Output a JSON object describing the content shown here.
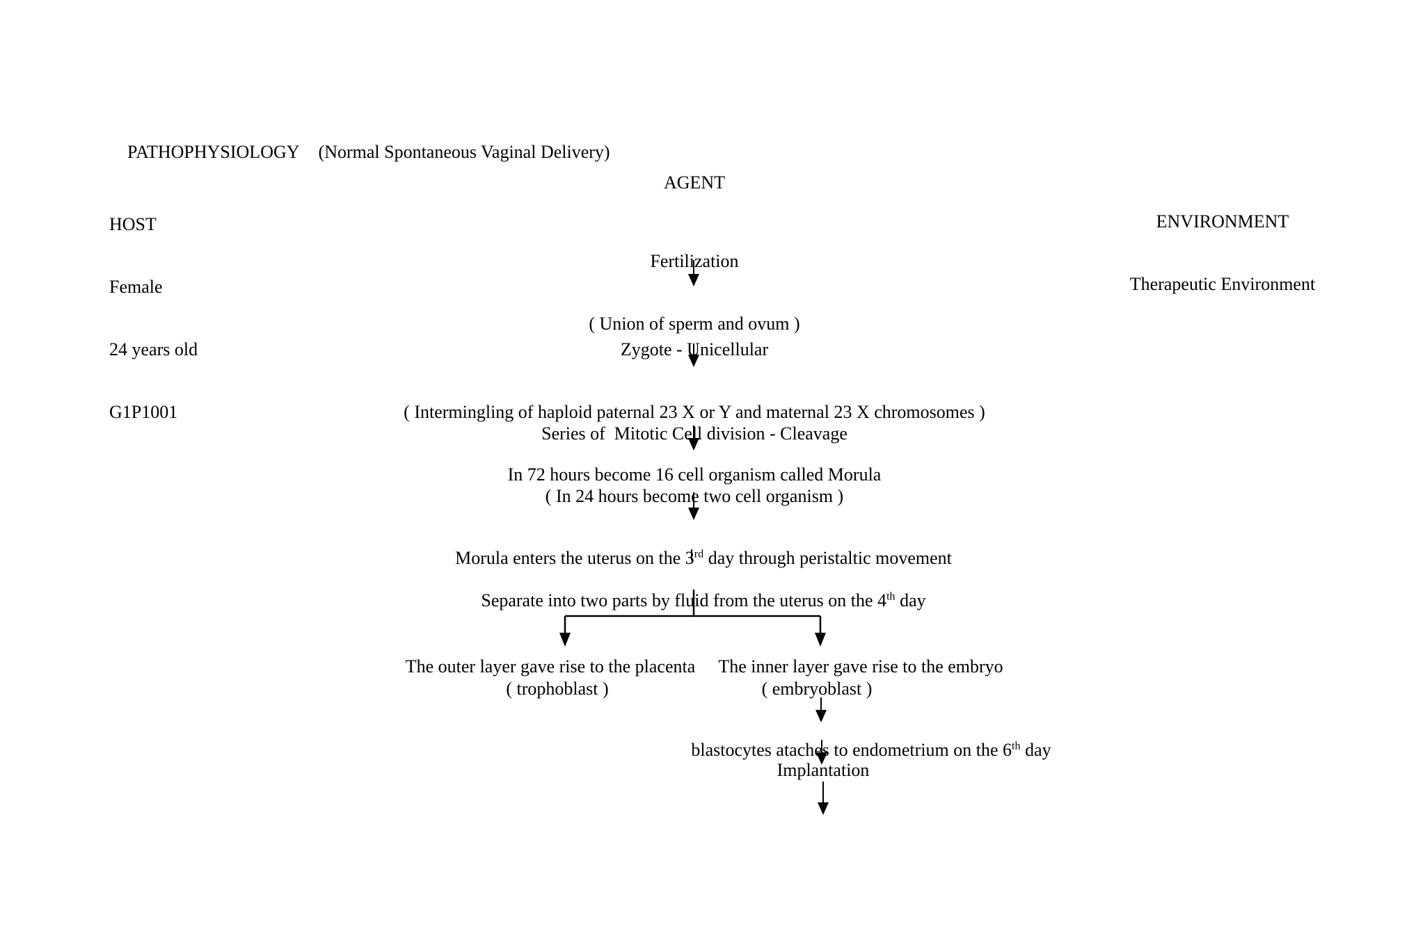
{
  "title": {
    "main": "PATHOPHYSIOLOGY",
    "sub": "(Normal Spontaneous Vaginal Delivery)"
  },
  "host": {
    "heading": "HOST",
    "lines": [
      "Female",
      "24 years old",
      "G1P1001"
    ]
  },
  "agent": {
    "heading": "AGENT"
  },
  "environment": {
    "heading": "ENVIRONMENT",
    "line": "Therapeutic Environment"
  },
  "flow": {
    "fertilization": {
      "line1": "Fertilization",
      "line2": "( Union of sperm and ovum )"
    },
    "zygote": {
      "line1": "Zygote - Unicellular",
      "line2": "( Intermingling of haploid paternal 23 X or Y and maternal 23 X chromosomes )"
    },
    "cleavage": {
      "line1": "Series of  Mitotic Cell division - Cleavage",
      "line2": "( In 24 hours become two cell organism )"
    },
    "morula": "In 72 hours become 16 cell organism called Morula",
    "morula_enters": {
      "pre": "Morula enters the uterus on the 3",
      "sup": "rd",
      "post": " day through peristaltic movement"
    },
    "separate": {
      "pre": "Separate into two parts by fluid from the uterus on the 4",
      "sup": "th",
      "post": " day"
    },
    "outer": {
      "line1": "The outer layer gave rise to the placenta",
      "line2": "( trophoblast )"
    },
    "inner": {
      "line1": "The inner layer gave rise to the embryo",
      "line2": "( embryoblast )"
    },
    "blastocytes": {
      "pre": "blastocytes ataches to endometrium on the 6",
      "sup": "th",
      "post": " day"
    },
    "implantation": "Implantation"
  },
  "colors": {
    "ink": "#000000",
    "paper": "#ffffff"
  }
}
